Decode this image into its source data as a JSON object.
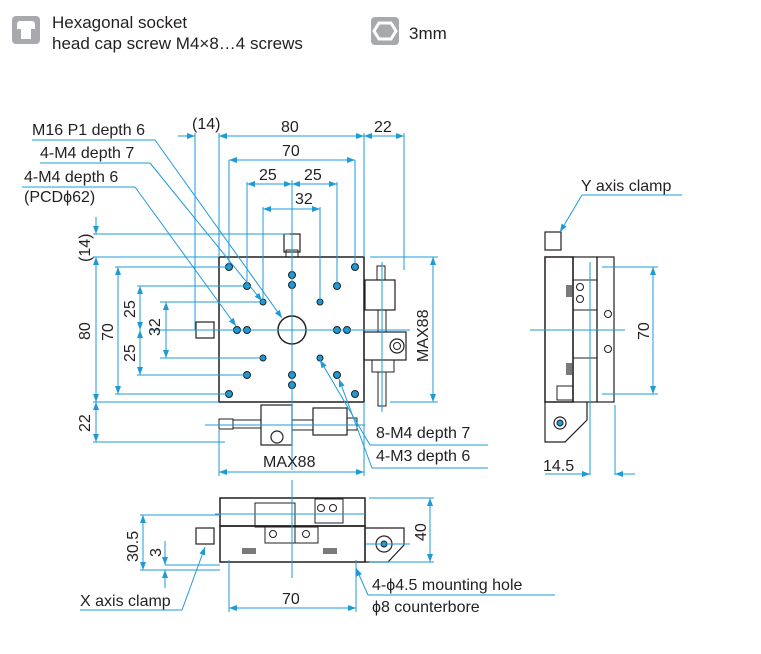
{
  "legend": {
    "screw": {
      "icon": "socket-head-screw-icon",
      "line1": "Hexagonal socket",
      "line2": "head cap screw M4×8…4 screws"
    },
    "wrench": {
      "icon": "hex-wrench-icon",
      "label": "3mm"
    }
  },
  "colors": {
    "dimension_line": "#1e9bd7",
    "outline": "#231f20",
    "icon_gray": "#a7a9ac"
  },
  "callouts": {
    "m16": "M16 P1 depth 6",
    "m4_depth7_top": "4-M4 depth 7",
    "m4_depth6": "4-M4 depth 6",
    "pcd": "(PCDϕ62)",
    "m4_depth7_bottom": "8-M4 depth 7",
    "m3_depth6": "4-M3 depth 6",
    "y_clamp": "Y axis clamp",
    "x_clamp": "X axis clamp",
    "mount_hole": "4-ϕ4.5 mounting hole",
    "counterbore": "ϕ8 counterbore"
  },
  "dimensions": {
    "top": {
      "d14": "(14)",
      "d80": "80",
      "d22": "22",
      "d70": "70",
      "d25a": "25",
      "d25b": "25",
      "d32": "32"
    },
    "left": {
      "d14": "(14)",
      "d80": "80",
      "d70": "70",
      "d25a": "25",
      "d25b": "25",
      "d32": "32",
      "d22": "22"
    },
    "right_max": "MAX88",
    "bottom_max": "MAX88",
    "side": {
      "d70": "70",
      "d14_5": "14.5"
    },
    "front": {
      "d30_5": "30.5",
      "d3": "3",
      "d70": "70",
      "d40": "40"
    }
  }
}
